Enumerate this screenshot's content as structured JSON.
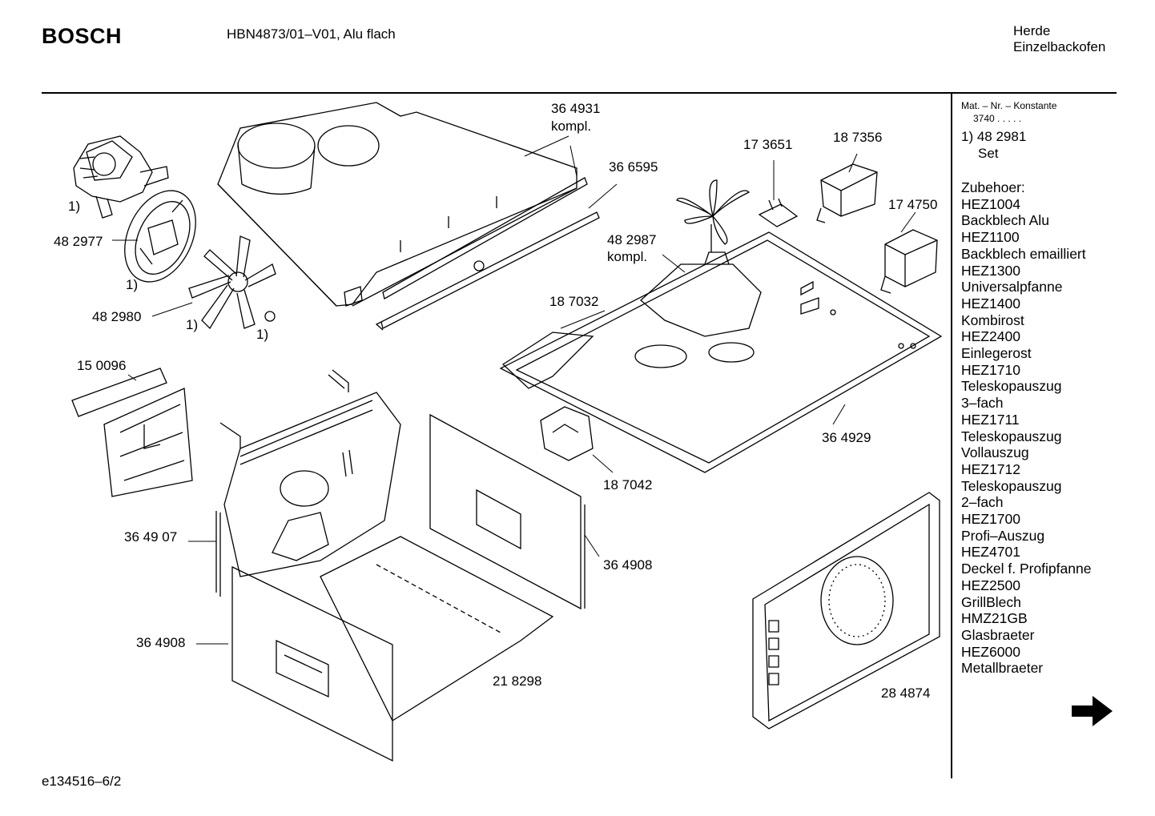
{
  "header": {
    "brand": "BOSCH",
    "model": "HBN4873/01–V01, Alu flach",
    "category_line1": "Herde",
    "category_line2": "Einzelbackofen"
  },
  "side_panel": {
    "mat_label": "Mat. – Nr. – Konstante",
    "mat_value": "3740  .  .  .  .  .",
    "set_number": "1) 48 2981",
    "set_label": "Set",
    "accessories": [
      "Zubehoer:",
      "HEZ1004",
      "Backblech Alu",
      "HEZ1100",
      "Backblech emailliert",
      "HEZ1300",
      "Universalpfanne",
      "HEZ1400",
      "Kombirost",
      "HEZ2400",
      "Einlegerost",
      "HEZ1710",
      "Teleskopauszug",
      "3–fach",
      "HEZ1711",
      "Teleskopauszug",
      "Vollauszug",
      "HEZ1712",
      "Teleskopauszug",
      "2–fach",
      "HEZ1700",
      "Profi–Auszug",
      "HEZ4701",
      "Deckel f. Profipfanne",
      "HEZ2500",
      "GrillBlech",
      "HMZ21GB",
      "Glasbraeter",
      "HEZ6000",
      "Metallbraeter"
    ],
    "arrow_icon": "right-arrow-icon"
  },
  "parts": {
    "p364931": "36 4931",
    "kompl_a": "kompl.",
    "p366595": "36 6595",
    "p173651": "17 3651",
    "p187356": "18 7356",
    "p174750": "17 4750",
    "p482987": "48 2987",
    "kompl_b": "kompl.",
    "set_ref_1": "1)",
    "p482977": "48 2977",
    "set_ref_2": "1)",
    "p482980": "48 2980",
    "set_ref_3": "1)",
    "set_ref_4": "1)",
    "p187032": "18 7032",
    "p150096": "15 0096",
    "p364929": "36 4929",
    "p187042": "18 7042",
    "p364907": "36 49 07",
    "p364908a": "36 4908",
    "p364908b": "36 4908",
    "p218298": "21 8298",
    "p284874": "28 4874"
  },
  "footer": {
    "drawing_id": "e134516–6/2"
  }
}
